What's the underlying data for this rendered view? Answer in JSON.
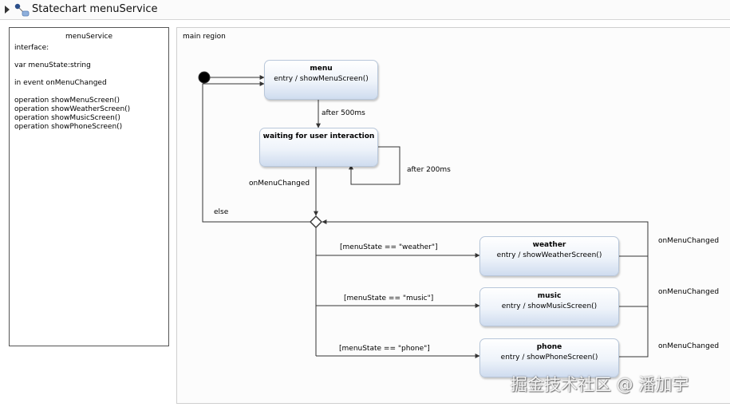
{
  "title": "Statechart menuService",
  "interface_panel": {
    "name": "menuService",
    "lines": [
      "interface:",
      "var menuState:string",
      "in event onMenuChanged",
      "operation showMenuScreen()",
      "operation showWeatherScreen()",
      "operation showMusicScreen()",
      "operation showPhoneScreen()"
    ]
  },
  "region": {
    "label": "main region"
  },
  "states": {
    "menu": {
      "name": "menu",
      "action": "entry / showMenuScreen()"
    },
    "waiting": {
      "name": "waiting for user interaction"
    },
    "weather": {
      "name": "weather",
      "action": "entry / showWeatherScreen()"
    },
    "music": {
      "name": "music",
      "action": "entry / showMusicScreen()"
    },
    "phone": {
      "name": "phone",
      "action": "entry / showPhoneScreen()"
    }
  },
  "transitions": {
    "menu_to_waiting": "after 500ms",
    "waiting_self": "after 200ms",
    "waiting_to_choice": "onMenuChanged",
    "choice_else": "else",
    "guard_weather": "[menuState == \"weather\"]",
    "guard_music": "[menuState == \"music\"]",
    "guard_phone": "[menuState == \"phone\"]",
    "weather_back": "onMenuChanged",
    "music_back": "onMenuChanged",
    "phone_back": "onMenuChanged"
  },
  "watermark": "掘金技术社区 @ 潘加宇"
}
